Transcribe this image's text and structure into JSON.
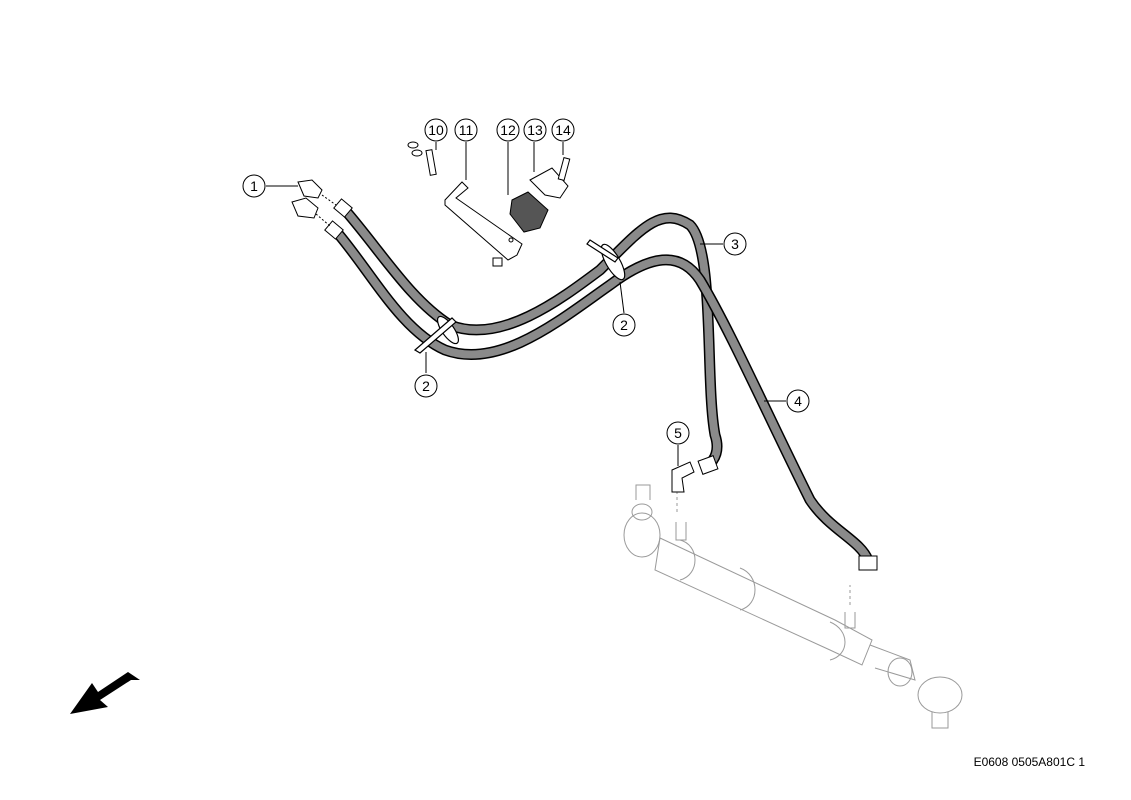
{
  "diagram": {
    "reference_code": "E0608 0505A801C 1",
    "callouts": [
      {
        "id": "c1",
        "label": "1"
      },
      {
        "id": "c2a",
        "label": "2"
      },
      {
        "id": "c2b",
        "label": "2"
      },
      {
        "id": "c3",
        "label": "3"
      },
      {
        "id": "c4",
        "label": "4"
      },
      {
        "id": "c5",
        "label": "5"
      },
      {
        "id": "c10",
        "label": "10"
      },
      {
        "id": "c11",
        "label": "11"
      },
      {
        "id": "c12",
        "label": "12"
      },
      {
        "id": "c13",
        "label": "13"
      },
      {
        "id": "c14",
        "label": "14"
      }
    ],
    "colors": {
      "line": "#000000",
      "hose_fill": "#8a8a8a",
      "ghost": "#9a9a9a"
    },
    "icons": [
      "direction-arrow-icon"
    ]
  }
}
